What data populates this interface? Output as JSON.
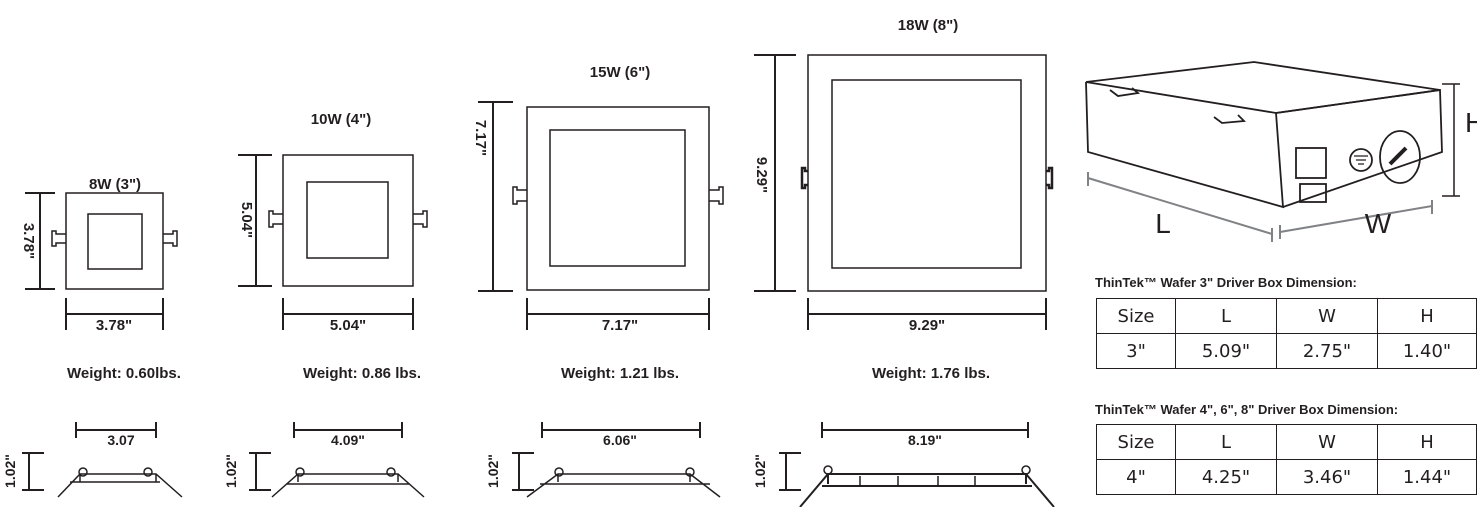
{
  "panels": [
    {
      "title": "8W (3\")",
      "width": "3.78\"",
      "height": "3.78\"",
      "weight": "Weight: 0.60lbs.",
      "profile_width": "3.07",
      "profile_height": "1.02\""
    },
    {
      "title": "10W (4\")",
      "width": "5.04\"",
      "height": "5.04\"",
      "weight": "Weight: 0.86 lbs.",
      "profile_width": "4.09\"",
      "profile_height": "1.02\""
    },
    {
      "title": "15W (6\")",
      "width": "7.17\"",
      "height": "7.17\"",
      "weight": "Weight: 1.21 lbs.",
      "profile_width": "6.06\"",
      "profile_height": "1.02\""
    },
    {
      "title": "18W (8\")",
      "width": "9.29\"",
      "height": "9.29\"",
      "weight": "Weight: 1.76 lbs.",
      "profile_width": "8.19\"",
      "profile_height": "1.02\""
    }
  ],
  "driver_box": {
    "label_l": "L",
    "label_w": "W",
    "label_h": "H"
  },
  "tables": [
    {
      "caption": "ThinTek™ Wafer 3\" Driver Box Dimension:",
      "header": [
        "Size",
        "L",
        "W",
        "H"
      ],
      "row": [
        "3\"",
        "5.09\"",
        "2.75\"",
        "1.40\""
      ]
    },
    {
      "caption": "ThinTek™ Wafer 4\", 6\", 8\" Driver Box Dimension:",
      "header": [
        "Size",
        "L",
        "W",
        "H"
      ],
      "row": [
        "4\"",
        "4.25\"",
        "3.46\"",
        "1.44\""
      ]
    }
  ]
}
